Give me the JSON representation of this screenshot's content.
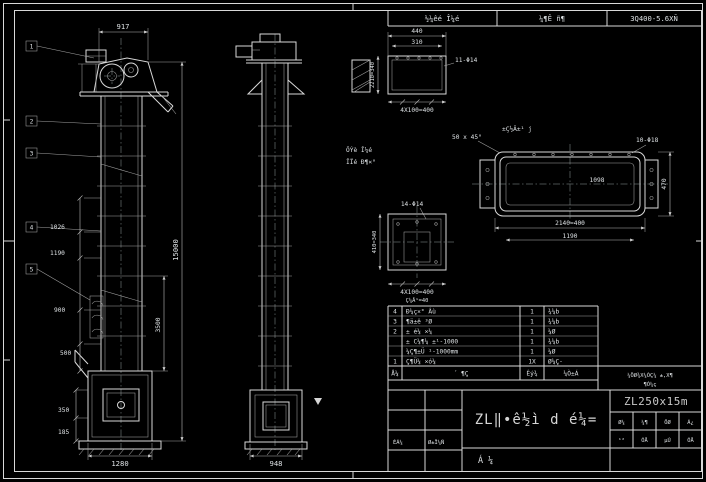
{
  "colors": {
    "background": "#000000",
    "line": "#d9d9d9"
  },
  "top_bar": {
    "left_cell": "½¼êé Î¼é",
    "mid_cell": "¼¶Ê ñ¶",
    "right_cell": "3Q400-5.6XÑ"
  },
  "front_view": {
    "balloons": [
      "1",
      "2",
      "3",
      "4",
      "5"
    ],
    "dim_top": "917",
    "dim_height": "15000",
    "dim_segment": "3500",
    "dim_left_1": "1026",
    "dim_left_2": "1190",
    "dim_left_3": "900",
    "dim_left_4": "500",
    "dim_left_5": "350",
    "dim_left_6": "185",
    "dim_bottom": "1280"
  },
  "side_view": {
    "dim_bottom": "948"
  },
  "flange_detail": {
    "dim_overall": "440",
    "dim_inner": "310",
    "holes_label": "11-Φ14",
    "dim_bottom": "4X100=400",
    "dim_left": "2210=340"
  },
  "casing_detail": {
    "note": "±Ç½Â±¹ j",
    "chamfer_label": "50 x 45°",
    "holes_label": "10-Φ18",
    "dim_center": "1098",
    "dim_bottom_outer": "2140=400",
    "dim_bottom_inner": "1190",
    "dim_right": "470"
  },
  "door_detail": {
    "holes_label": "14-Φ14",
    "dim_left": "410=340",
    "dim_bottom": "4X100=400",
    "note": "Ç¼Â¹=40"
  },
  "view_titles": {
    "line1": "ÖÝè Î¼é",
    "line2": "ÎÏé Ð¶×°"
  },
  "bom": {
    "rows": [
      {
        "no": "4",
        "name": "Ð¼ç×° Âù",
        "qty": "1",
        "mat": "¾¼b"
      },
      {
        "no": "3",
        "name": "¶ä±ê ³Ø",
        "qty": "1",
        "mat": "¾¼b"
      },
      {
        "no": "2",
        "name": "± é¼ ×¼",
        "qty": "1",
        "mat": "¼Ø"
      },
      {
        "no": "",
        "name": "± C¼¶¼ ±¹-1000",
        "qty": "1",
        "mat": "¾¼b"
      },
      {
        "no": "",
        "name": "¼Ç¶±Ü ¹-1000mm",
        "qty": "1",
        "mat": "¼Ø"
      },
      {
        "no": "1",
        "name": "Ç¶Ü¼ ×ó¼",
        "qty": "1X",
        "mat": "Ø¼Ç-"
      }
    ],
    "header": {
      "col_no": "Å¼",
      "col_name": "´ ¶Ç",
      "col_qty": "Êý¾",
      "col_mat": "¼Ò±Á"
    }
  },
  "title_block": {
    "note_line1": "¼ÖØ¾X¼ÒÇ¼ ±,X¶",
    "note_line2": "¶Ó¼ç",
    "drawing_no": "ZL250x15m",
    "title": "ZL‖•ê½ì d é¼=",
    "sig_1": "ÉÁ¼",
    "sig_2": "Ø±Ï¼Ñ",
    "scale_label": "Á ¼",
    "cells_row1": [
      "Ø¼",
      "¼¶",
      "ÖØ",
      "Á¿"
    ],
    "cells_row2": [
      "¹²",
      "ÕÅ",
      "µÚ",
      "ÕÅ"
    ]
  }
}
